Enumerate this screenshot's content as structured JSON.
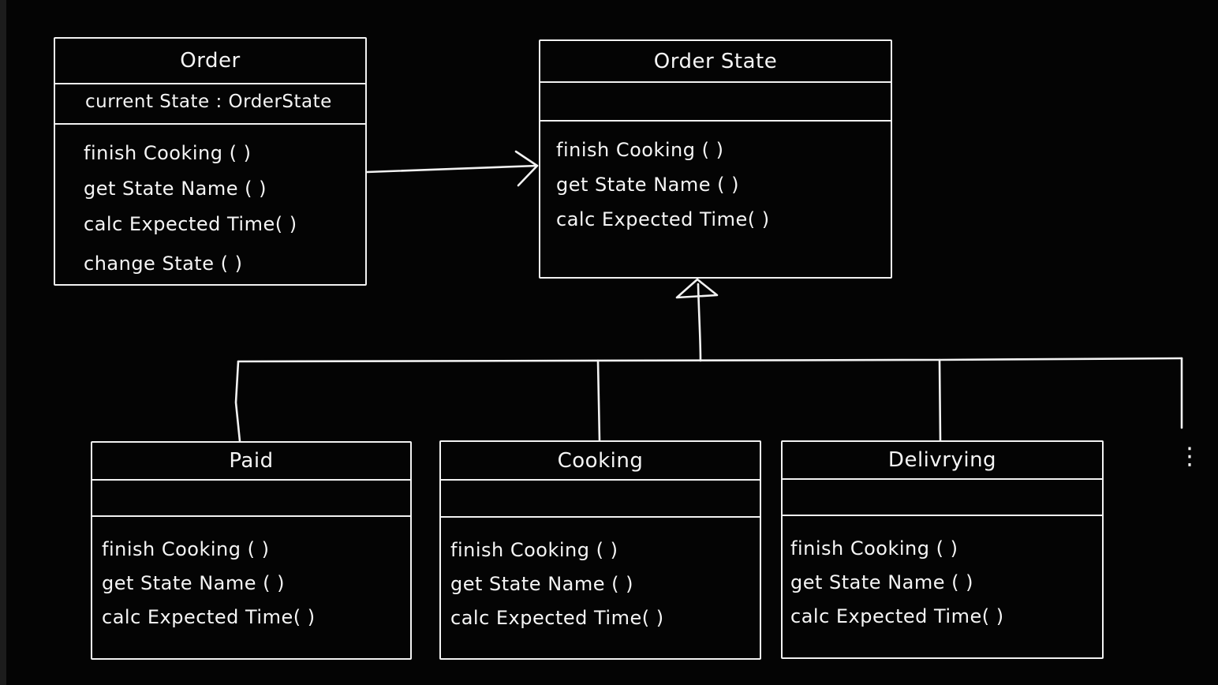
{
  "colors": {
    "background": "#040404",
    "stroke": "#f2f2f2",
    "window_edge": "#1c1c1c"
  },
  "classes": {
    "order": {
      "title": "Order",
      "attributes": [
        "current State : OrderState"
      ],
      "methods": [
        "finish Cooking ( )",
        "get State Name ( )",
        "calc Expected Time( )",
        "change State ( )"
      ]
    },
    "order_state": {
      "title": "Order State",
      "attributes": [],
      "methods": [
        "finish Cooking ( )",
        "get State Name ( )",
        "calc Expected Time( )"
      ]
    },
    "paid": {
      "title": "Paid",
      "attributes": [],
      "methods": [
        "finish Cooking ( )",
        "get State Name ( )",
        "calc Expected Time( )"
      ]
    },
    "cooking": {
      "title": "Cooking",
      "attributes": [],
      "methods": [
        "finish Cooking ( )",
        "get State Name ( )",
        "calc Expected Time( )"
      ]
    },
    "delivrying": {
      "title": "Delivrying",
      "attributes": [],
      "methods": [
        "finish Cooking ( )",
        "get State Name ( )",
        "calc Expected Time( )"
      ]
    }
  },
  "connectors": {
    "association": {
      "from": "Order",
      "to": "Order State",
      "style": "open-arrow"
    },
    "inheritance": {
      "parent": "Order State",
      "children": [
        "Paid",
        "Cooking",
        "Delivrying"
      ],
      "style": "hollow-triangle"
    },
    "more_subclasses_indicator": "⋮"
  }
}
